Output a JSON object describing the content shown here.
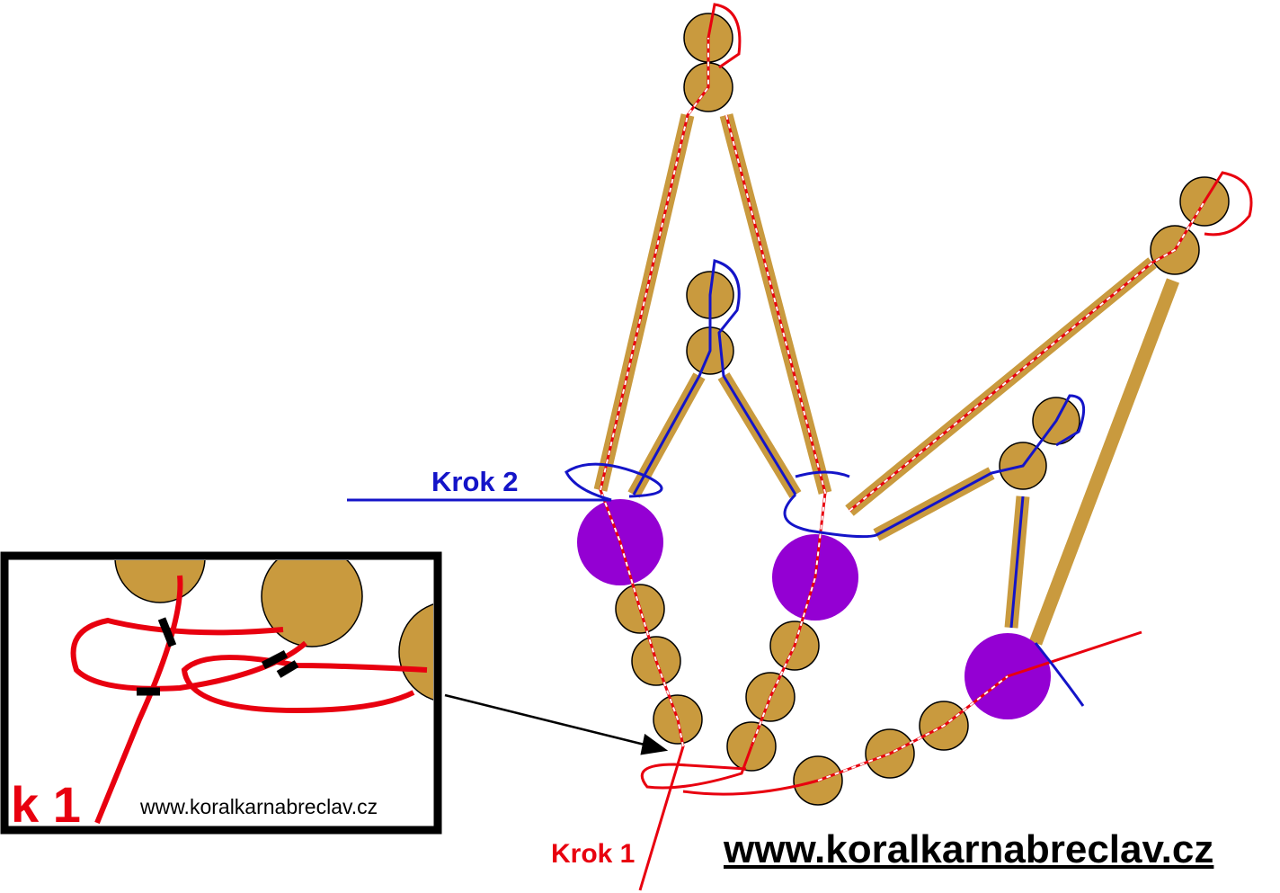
{
  "labels": {
    "step2": "Krok 2",
    "step1": "Krok 1",
    "website": "www.koralkarnabreclav.cz"
  },
  "inset": {
    "caption": "k 1",
    "website": "www.koralkarnabreclav.cz"
  },
  "colors": {
    "bead": "#C99A3E",
    "large_bead": "#9400D3",
    "thread_step1": "#E8000F",
    "thread_step2": "#1414C8"
  }
}
